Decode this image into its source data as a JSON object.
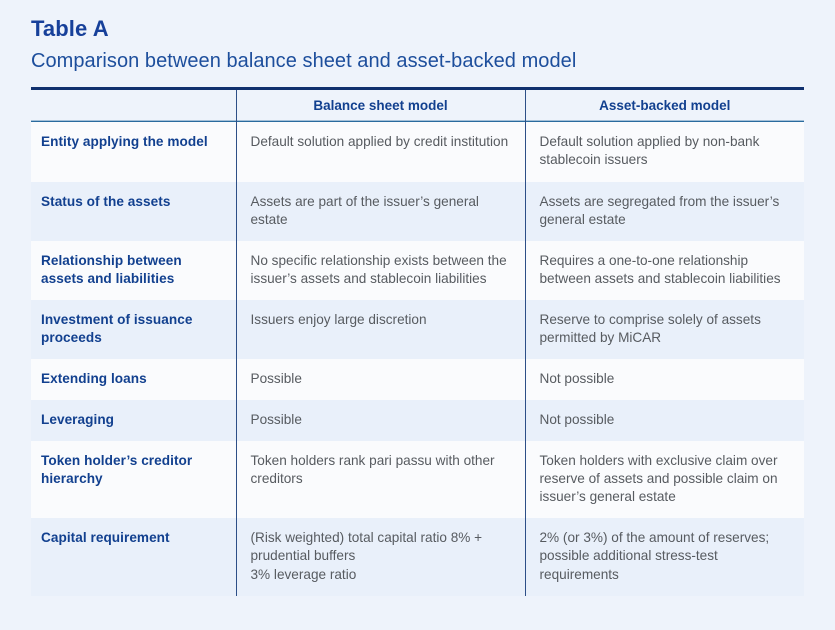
{
  "header": {
    "table_label": "Table A",
    "caption": "Comparison between balance sheet and asset-backed model"
  },
  "colors": {
    "page_background": "#eef3fb",
    "heading_navy": "#17409a",
    "caption_navy": "#1d4e9c",
    "column_header_navy": "#12408f",
    "row_label_navy": "#12408f",
    "body_text_grey": "#575b60",
    "top_rule": "#10306e",
    "header_rule": "#2a6b9e",
    "divider": "#2d4f87",
    "band_light": "#fafbfd",
    "band_blue": "#e9f0fa"
  },
  "table": {
    "columns": [
      {
        "key": "label",
        "label": ""
      },
      {
        "key": "balance_sheet",
        "label": "Balance sheet model"
      },
      {
        "key": "asset_backed",
        "label": "Asset-backed model"
      }
    ],
    "rows": [
      {
        "band": "light",
        "label": "Entity applying the model",
        "balance_sheet": "Default solution applied by credit institution",
        "asset_backed": "Default solution applied by non-bank stablecoin issuers"
      },
      {
        "band": "blue",
        "label": "Status of the assets",
        "balance_sheet": "Assets are part of the issuer’s general estate",
        "asset_backed": "Assets are segregated from the issuer’s general estate"
      },
      {
        "band": "light",
        "label": "Relationship between assets and liabilities",
        "balance_sheet": "No specific relationship exists between the issuer’s assets and stablecoin liabilities",
        "asset_backed": "Requires a one-to-one relationship between assets and stablecoin liabilities"
      },
      {
        "band": "blue",
        "label": "Investment of issuance proceeds",
        "balance_sheet": "Issuers enjoy large discretion",
        "asset_backed": "Reserve to comprise solely of assets permitted by MiCAR"
      },
      {
        "band": "light",
        "label": "Extending loans",
        "balance_sheet": "Possible",
        "asset_backed": "Not possible"
      },
      {
        "band": "blue",
        "label": "Leveraging",
        "balance_sheet": "Possible",
        "asset_backed": "Not possible"
      },
      {
        "band": "light",
        "label": "Token holder’s creditor hierarchy",
        "balance_sheet": "Token holders rank pari passu with other creditors",
        "asset_backed": "Token holders with exclusive claim over reserve of assets and possible claim on issuer’s general estate"
      },
      {
        "band": "blue",
        "label": "Capital requirement",
        "balance_sheet": "(Risk weighted) total capital ratio 8% + prudential buffers\n3% leverage ratio",
        "asset_backed": "2% (or 3%) of the amount of reserves; possible additional stress-test requirements"
      }
    ]
  }
}
